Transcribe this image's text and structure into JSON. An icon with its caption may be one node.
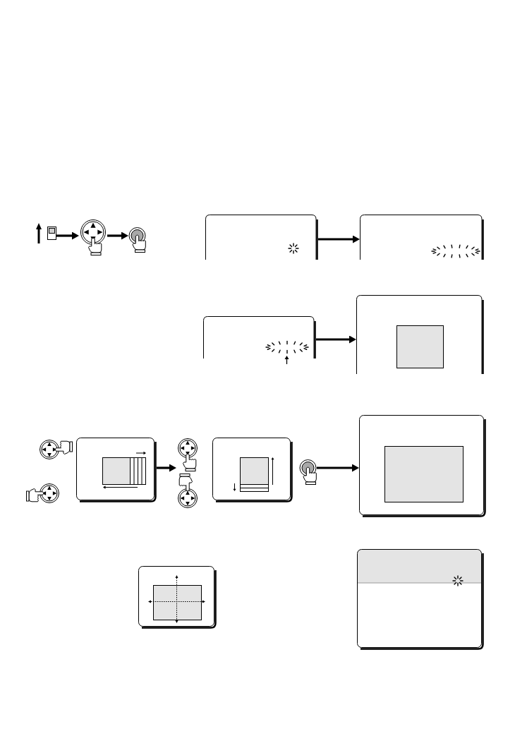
{
  "diagram": {
    "nodes": [
      {
        "text": [],
        "shape": "picture"
      },
      {
        "text": [],
        "shape": "picture"
      },
      {
        "text": [],
        "shape": "picture"
      },
      {
        "text": [],
        "shape": "picture"
      },
      {
        "text": [],
        "shape": "picture"
      },
      {
        "text": [],
        "shape": "picture"
      },
      {
        "text": [],
        "shape": "picture"
      },
      {
        "text": [],
        "shape": "box",
        "in": 6
      },
      {
        "text": [],
        "shape": "picture"
      },
      {
        "text": [],
        "shape": "picture"
      },
      {
        "text": [],
        "shape": "picture"
      },
      {
        "text": [],
        "shape": "box",
        "in": 10
      },
      {
        "text": [],
        "shape": "picture"
      },
      {
        "text": [],
        "shape": "picture"
      },
      {
        "text": [],
        "shape": "picture"
      },
      {
        "text": [],
        "shape": "box",
        "in": 14
      },
      {
        "text": [],
        "shape": "picture"
      },
      {
        "text": [],
        "shape": "picture"
      },
      {
        "text": [],
        "shape": "box",
        "in": 17
      },
      {
        "text": [],
        "shape": "picture"
      },
      {
        "text": [],
        "shape": "box",
        "in": 19
      },
      {
        "text": [],
        "shape": "picture"
      }
    ],
    "edges": [
      {
        "from": 0,
        "to": 1,
        "arrow": "to"
      },
      {
        "from": 1,
        "to": 2,
        "arrow": "to"
      },
      {
        "from": 3,
        "to": 4,
        "arrow": "to"
      },
      {
        "from": 5,
        "to": 6,
        "arrow": "to"
      },
      {
        "from": 10,
        "to": 12,
        "arrow": "to"
      },
      {
        "from": 16,
        "to": 17,
        "arrow": "to"
      }
    ]
  }
}
